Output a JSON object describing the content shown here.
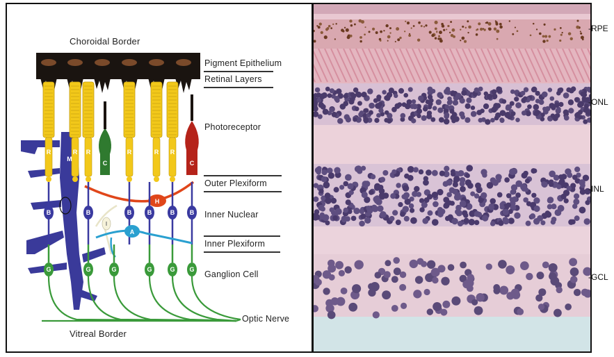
{
  "diagram": {
    "top_label": "Choroidal Border",
    "bottom_label": "Vitreal Border",
    "layer_labels": [
      {
        "text": "Pigment Epithelium"
      },
      {
        "text": "Retinal Layers"
      },
      {
        "text": "Photoreceptor"
      },
      {
        "text": "Outer Plexiform"
      },
      {
        "text": "Inner Nuclear"
      },
      {
        "text": "Inner Plexiform"
      },
      {
        "text": "Ganglion Cell"
      },
      {
        "text": "Optic Nerve"
      }
    ],
    "cell_letters": {
      "rod": "R",
      "cone": "C",
      "muller": "M",
      "bipolar": "B",
      "horizontal": "H",
      "amacrine": "A",
      "interplexiform": "I",
      "ganglion": "G"
    },
    "colors": {
      "pigment": "#1a1410",
      "melanin": "#7a4a2a",
      "rod": "#f2c81a",
      "green_cone": "#2f7a2f",
      "red_cone": "#b5231a",
      "muller": "#3a3a9a",
      "bipolar": "#3a3aa0",
      "horizontal": "#e0461a",
      "amacrine": "#2aa0d0",
      "ganglion": "#3a9a3a"
    }
  },
  "micrograph": {
    "labels": [
      "-RPE",
      "-ONL",
      "-INL",
      "-GCL"
    ]
  }
}
